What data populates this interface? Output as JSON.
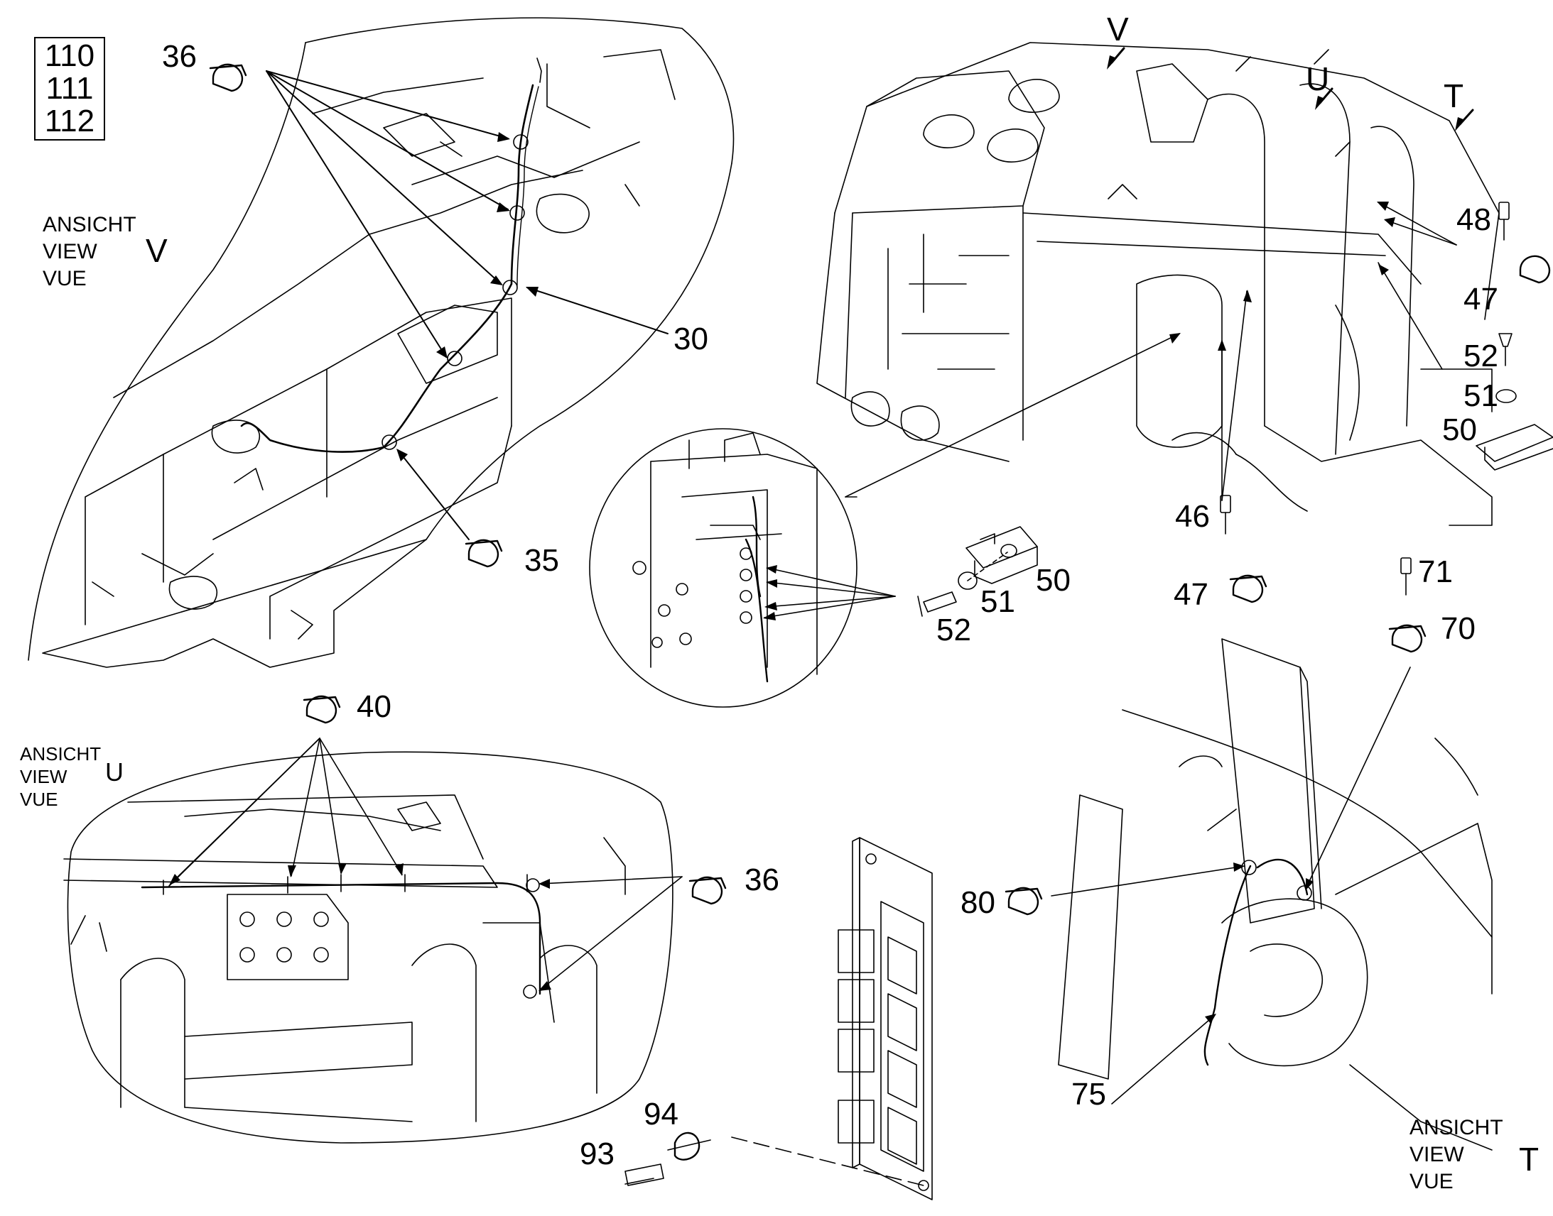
{
  "page_refs": [
    "110",
    "111",
    "112"
  ],
  "view_captions": {
    "V": {
      "lines": [
        "ANSICHT",
        "VIEW",
        "VUE"
      ],
      "letter": "V"
    },
    "U": {
      "lines": [
        "ANSICHT",
        "VIEW",
        "VUE"
      ],
      "letter": "U"
    },
    "T": {
      "lines": [
        "ANSICHT",
        "VIEW",
        "VUE"
      ],
      "letter": "T"
    }
  },
  "view_markers": {
    "V": "V",
    "U": "U",
    "T": "T"
  },
  "callouts": {
    "p36a": "36",
    "p30": "30",
    "p35": "35",
    "p40": "40",
    "p36b": "36",
    "p50a": "50",
    "p51a": "51",
    "p52a": "52",
    "p48": "48",
    "p47a": "47",
    "p52b": "52",
    "p51b": "51",
    "p50b": "50",
    "p46": "46",
    "p47b": "47",
    "p71": "71",
    "p70": "70",
    "p80": "80",
    "p75": "75",
    "p94": "94",
    "p93": "93"
  }
}
